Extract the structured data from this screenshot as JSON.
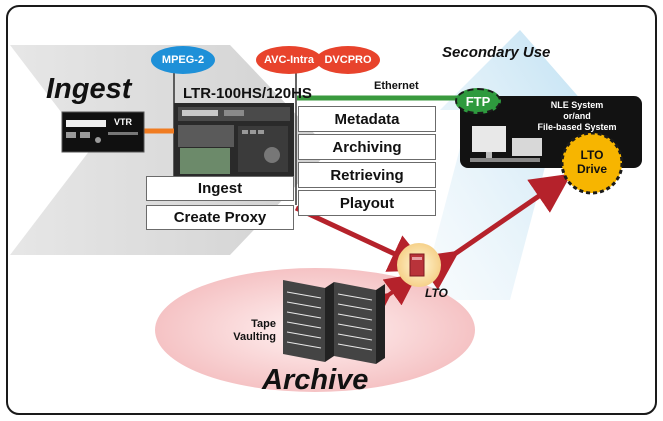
{
  "labels": {
    "secondary_use": "Secondary Use",
    "ingest": "Ingest",
    "vtr": "VTR",
    "model": "LTR-100HS/120HS",
    "ethernet": "Ethernet",
    "ftp": "FTP",
    "nle_line1": "NLE System",
    "nle_line2": "or/and",
    "nle_line3": "File-based System",
    "lto_drive_line1": "LTO",
    "lto_drive_line2": "Drive",
    "lto": "LTO",
    "tape_vaulting_line1": "Tape",
    "tape_vaulting_line2": "Vaulting",
    "archive": "Archive"
  },
  "formats": [
    "MPEG-2",
    "AVC-Intra",
    "DVCPRO"
  ],
  "functions": [
    "Metadata",
    "Archiving",
    "Retrieving",
    "Playout"
  ],
  "ingest_functions": [
    "Ingest",
    "Create Proxy"
  ],
  "colors": {
    "mpeg2": "#1e90d8",
    "avc_intra": "#e8432c",
    "dvcpro": "#e8432c",
    "ftp": "#2e9a3e",
    "ethernet_line": "#3a9a3e",
    "vtr_link": "#f07c22",
    "arrow": "#b5222b",
    "lto_drive": "#f7b500",
    "archive_ellipse": "#f6c7c8"
  }
}
